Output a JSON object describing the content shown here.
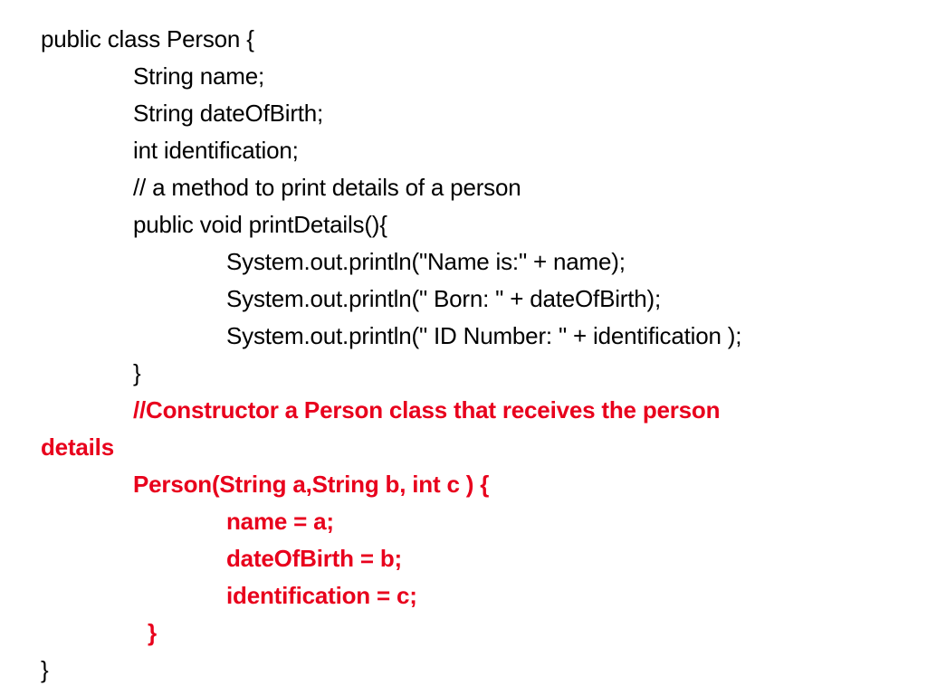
{
  "code": {
    "lines": [
      "public class Person {",
      "String name;",
      "String dateOfBirth;",
      "int identification;",
      "// a method to print details of a person",
      "public void printDetails(){",
      "System.out.println(\"Name is:\" + name);",
      "System.out.println(\" Born: \" + dateOfBirth);",
      "System.out.println(\" ID Number: \" + identification );",
      "}",
      "//Constructor a Person class that receives the person",
      "details",
      "Person(String a,String b, int c ) {",
      "name = a;",
      "dateOfBirth = b;",
      "identification = c;",
      "}",
      "}"
    ]
  },
  "colors": {
    "text": "#000000",
    "highlight": "#e8001c",
    "background": "#ffffff"
  }
}
